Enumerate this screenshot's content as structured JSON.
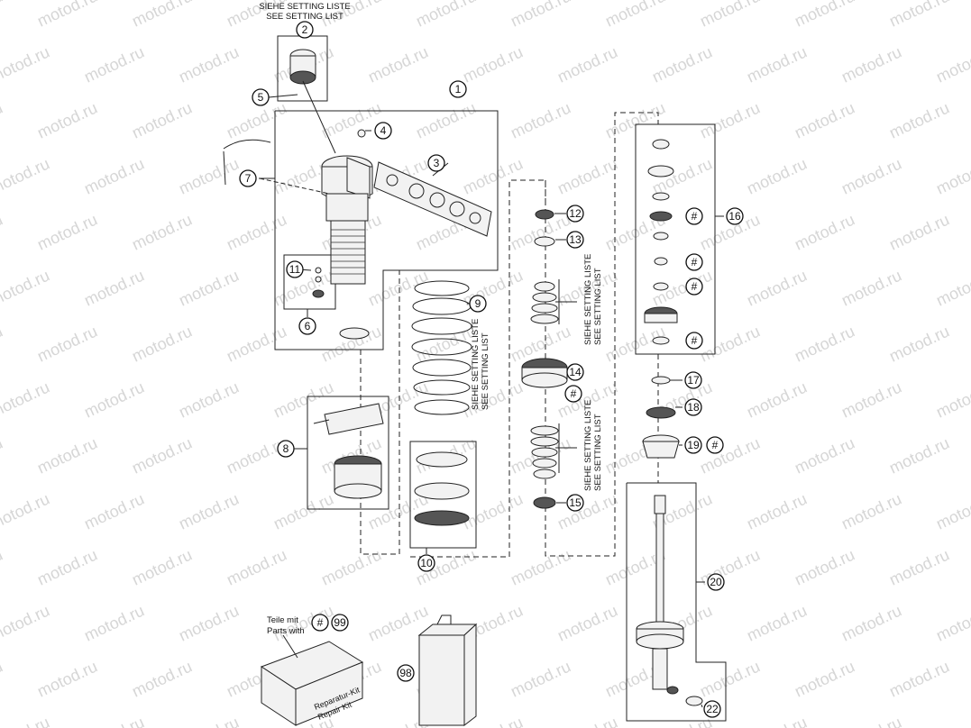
{
  "watermark": "motod.ru",
  "notes": {
    "setting_top_de": "SIEHE SETTING LISTE",
    "setting_top_en": "SEE SETTING LIST",
    "setting_spring_de": "SIEHE SETTING LISTE",
    "setting_spring_en": "SEE SETTING LIST",
    "setting_upper_de": "SIEHE SETTING LISTE",
    "setting_upper_en": "SEE SETTING LIST",
    "setting_lower_de": "SIEHE SETTING LISTE",
    "setting_lower_en": "SEE SETTING LIST",
    "teile_mit": "Teile mit",
    "parts_with": "Parts with",
    "box_de": "Reparatur-Kit",
    "box_en": "Repair Kit"
  },
  "callouts": {
    "c1": "1",
    "c2": "2",
    "c3": "3",
    "c4": "4",
    "c5": "5",
    "c6": "6",
    "c7": "7",
    "c8": "8",
    "c9": "9",
    "c10": "10",
    "c11": "11",
    "c12": "12",
    "c13": "13",
    "c14": "14",
    "c15": "15",
    "c16": "16",
    "c17": "17",
    "c18": "18",
    "c19": "19",
    "c20": "20",
    "c22": "22",
    "c98": "98",
    "c99": "99",
    "hash": "#"
  }
}
